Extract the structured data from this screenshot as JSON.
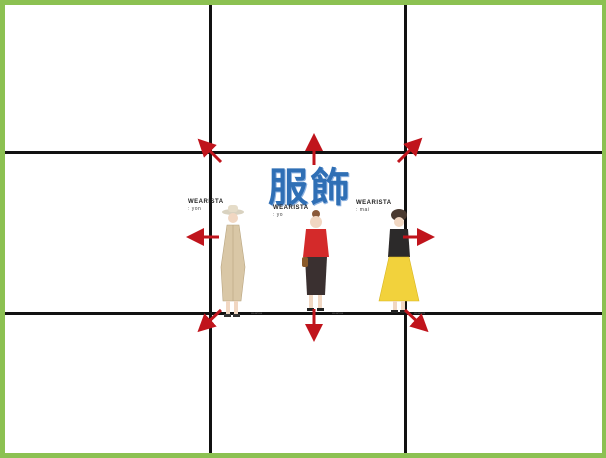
{
  "title": "服飾",
  "brands": [
    {
      "label": "WEARISTA",
      "sub": ": yon"
    },
    {
      "label": "WEARISTA",
      "sub": ": yo"
    },
    {
      "label": "WEARISTA",
      "sub": ": mai"
    }
  ],
  "captions": [
    "wearista",
    "wearista",
    "wearista"
  ],
  "colors": {
    "border": "#8cc152",
    "grid": "#111111",
    "arrow": "#c0141c",
    "title": "#2f6fb5"
  }
}
